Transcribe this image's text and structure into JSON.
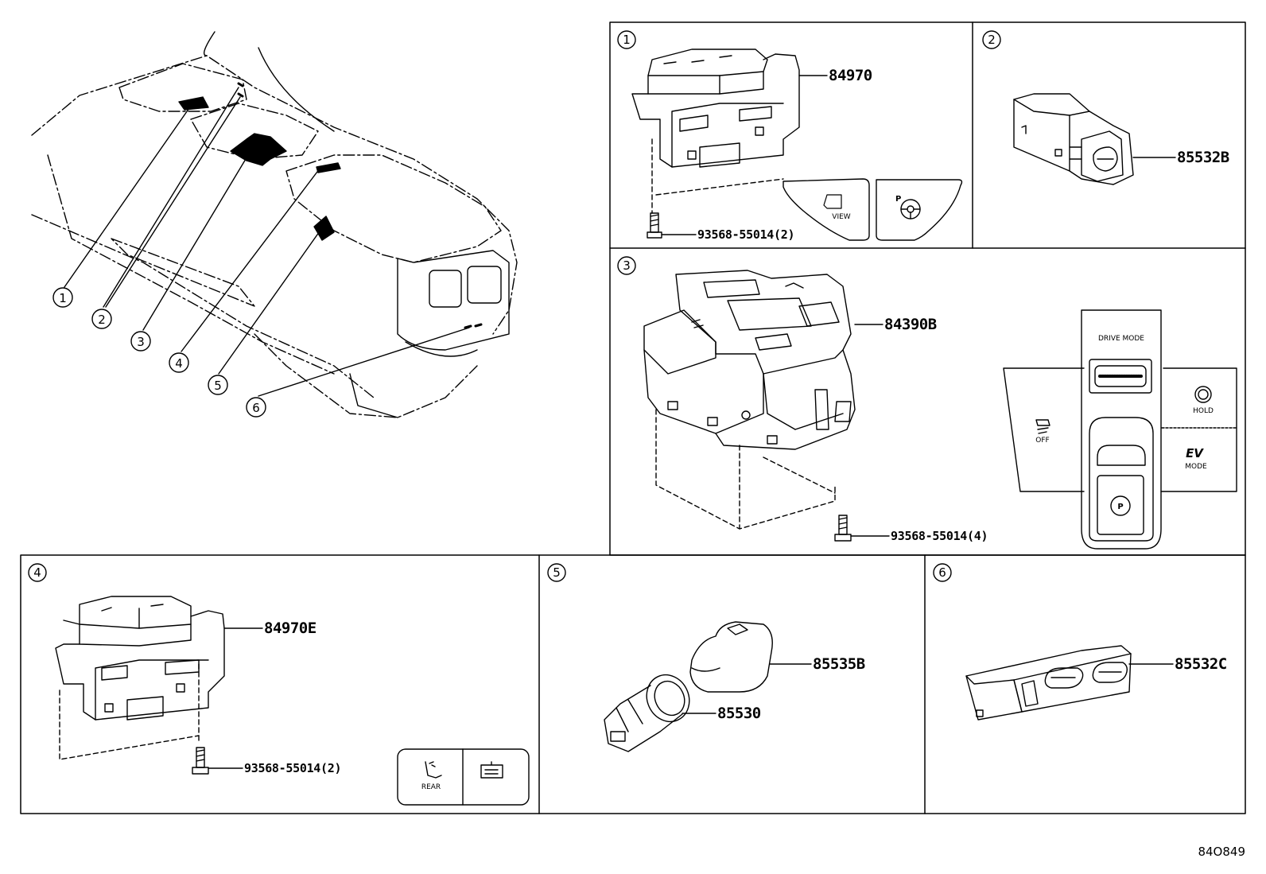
{
  "diagram_code": "84O849",
  "overview": {
    "callouts": [
      "1",
      "2",
      "3",
      "4",
      "5",
      "6"
    ]
  },
  "panels": {
    "p1": {
      "index": "1",
      "part": "84970",
      "screw": "93568-55014(2)",
      "btn_view": "VIEW",
      "btn_p": "P"
    },
    "p2": {
      "index": "2",
      "part": "85532B"
    },
    "p3": {
      "index": "3",
      "part": "84390B",
      "screw": "93568-55014(4)",
      "drive_mode": "DRIVE MODE",
      "hold": "HOLD",
      "off": "OFF",
      "ev": "EV",
      "mode": "MODE",
      "p_symbol": "P"
    },
    "p4": {
      "index": "4",
      "part": "84970E",
      "screw": "93568-55014(2)",
      "rear": "REAR"
    },
    "p5": {
      "index": "5",
      "part_a": "85535B",
      "part_b": "85530"
    },
    "p6": {
      "index": "6",
      "part": "85532C"
    }
  }
}
